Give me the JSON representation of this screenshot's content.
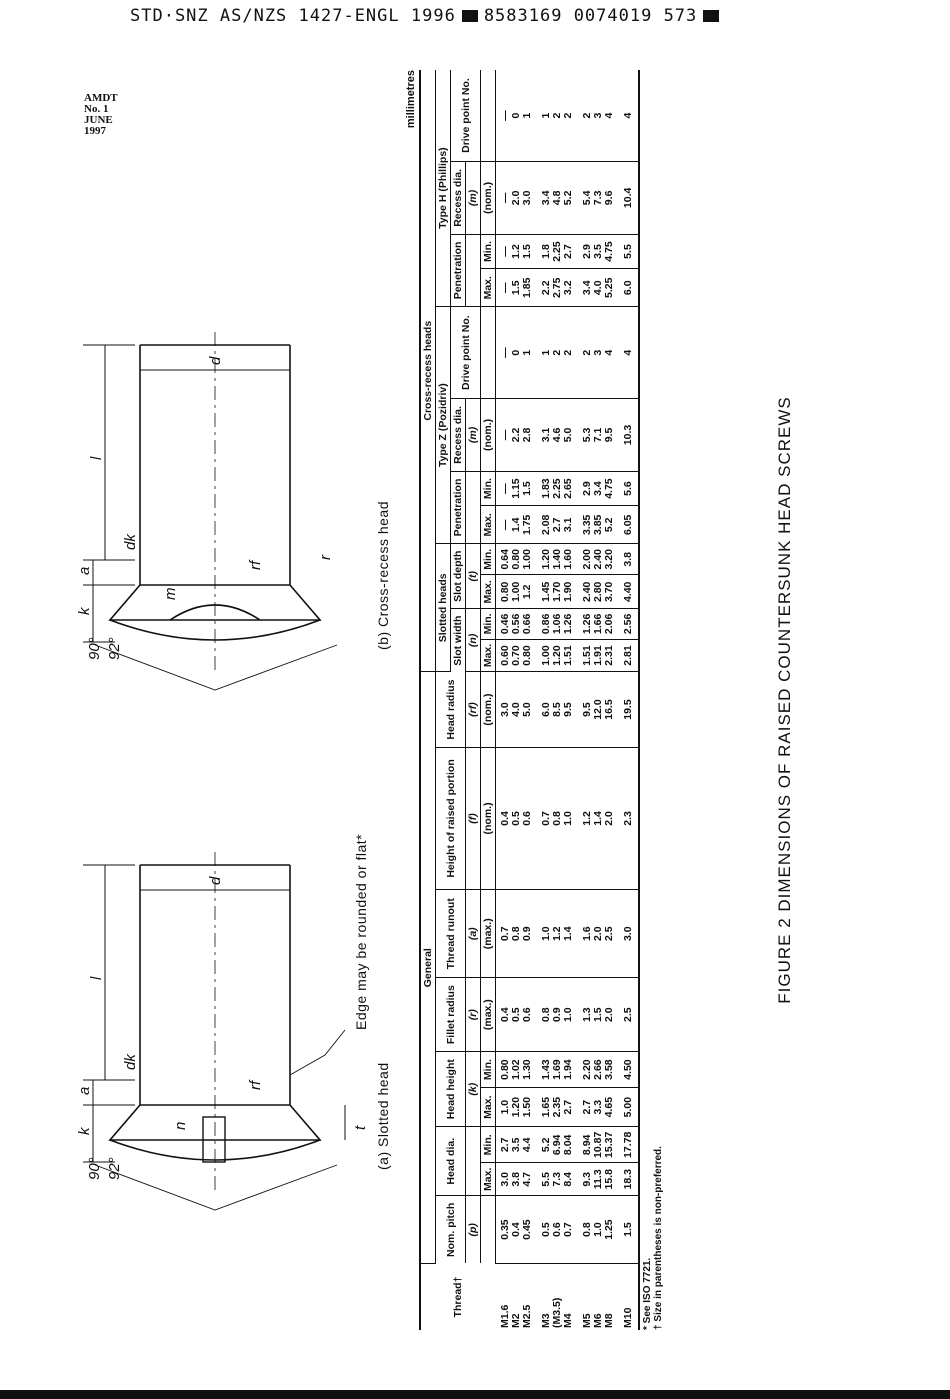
{
  "header_code": [
    "STD·SNZ AS/NZS 1427-ENGL 1996",
    "8583169 0074019 573"
  ],
  "amendment": [
    "AMDT",
    "No. 1",
    "JUNE",
    "1997"
  ],
  "figure": {
    "title": "FIGURE 2   DIMENSIONS OF RAISED COUNTERSUNK HEAD SCREWS",
    "caption_a": "(a) Slotted head",
    "caption_b": "(b) Cross-recess head",
    "edge_note": "Edge may be rounded or flat*",
    "angles": [
      "90°",
      "92°"
    ],
    "symbols": {
      "l": "l",
      "k": "k",
      "a": "a",
      "d": "d",
      "dk": "dk",
      "n": "n",
      "t": "t",
      "rf": "rf",
      "r": "r",
      "m": "m"
    }
  },
  "table": {
    "units": "millimetres",
    "groups": {
      "general": "General",
      "cross_recess": "Cross-recess heads",
      "slotted": "Slotted heads",
      "pozidriv": "Type Z (Pozidriv)",
      "phillips": "Type H (Phillips)"
    },
    "headers": {
      "thread": "Thread†",
      "pitch": "Nom. pitch",
      "head_dia": "Head dia.",
      "head_height": "Head height",
      "fillet": "Fillet radius",
      "runout": "Thread runout",
      "raised": "Height of raised portion",
      "head_radius": "Head radius",
      "slot_width": "Slot width",
      "slot_depth": "Slot depth",
      "penetration": "Penetration",
      "recess_dia": "Recess dia.",
      "drive_point": "Drive point No."
    },
    "symbols": [
      "(p)",
      "",
      "(k)",
      "(r)",
      "(a)",
      "(f)",
      "(rf)",
      "(n)",
      "(t)",
      "",
      "(m)",
      "",
      "(m)",
      ""
    ],
    "subheaders": [
      "Max.",
      "Min.",
      "Max.",
      "Min.",
      "(max.)",
      "(max.)",
      "(nom.)",
      "(nom.)",
      "Max.",
      "Min.",
      "Max.",
      "Min.",
      "Max.",
      "Min.",
      "(nom.)",
      "Max.",
      "Min.",
      "(nom.)"
    ],
    "groups_rows": [
      [
        [
          "M1.6",
          "0.35",
          "3.0",
          "2.7",
          "1.0",
          "0.80",
          "0.4",
          "0.7",
          "0.4",
          "3.0",
          "0.60",
          "0.46",
          "0.80",
          "0.64",
          "—",
          "—",
          "—",
          "—",
          "—",
          "—",
          "—",
          "—"
        ],
        [
          "M2",
          "0.4",
          "3.8",
          "3.5",
          "1.20",
          "1.02",
          "0.5",
          "0.8",
          "0.5",
          "4.0",
          "0.70",
          "0.56",
          "1.00",
          "0.80",
          "1.4",
          "1.15",
          "2.2",
          "0",
          "1.5",
          "1.2",
          "2.0",
          "0"
        ],
        [
          "M2.5",
          "0.45",
          "4.7",
          "4.4",
          "1.50",
          "1.30",
          "0.6",
          "0.9",
          "0.6",
          "5.0",
          "0.80",
          "0.66",
          "1.2",
          "1.00",
          "1.75",
          "1.5",
          "2.8",
          "1",
          "1.85",
          "1.5",
          "3.0",
          "1"
        ]
      ],
      [
        [
          "M3",
          "0.5",
          "5.5",
          "5.2",
          "1.65",
          "1.43",
          "0.8",
          "1.0",
          "0.7",
          "6.0",
          "1.00",
          "0.86",
          "1.45",
          "1.20",
          "2.08",
          "1.83",
          "3.1",
          "1",
          "2.2",
          "1.8",
          "3.4",
          "1"
        ],
        [
          "(M3.5)",
          "0.6",
          "7.3",
          "6.94",
          "2.35",
          "1.69",
          "0.9",
          "1.2",
          "0.8",
          "8.5",
          "1.20",
          "1.06",
          "1.70",
          "1.40",
          "2.7",
          "2.25",
          "4.6",
          "2",
          "2.75",
          "2.25",
          "4.8",
          "2"
        ],
        [
          "M4",
          "0.7",
          "8.4",
          "8.04",
          "2.7",
          "1.94",
          "1.0",
          "1.4",
          "1.0",
          "9.5",
          "1.51",
          "1.26",
          "1.90",
          "1.60",
          "3.1",
          "2.65",
          "5.0",
          "2",
          "3.2",
          "2.7",
          "5.2",
          "2"
        ]
      ],
      [
        [
          "M5",
          "0.8",
          "9.3",
          "8.94",
          "2.7",
          "2.20",
          "1.3",
          "1.6",
          "1.2",
          "9.5",
          "1.51",
          "1.26",
          "2.40",
          "2.00",
          "3.35",
          "2.9",
          "5.3",
          "2",
          "3.4",
          "2.9",
          "5.4",
          "2"
        ],
        [
          "M6",
          "1.0",
          "11.3",
          "10.87",
          "3.3",
          "2.66",
          "1.5",
          "2.0",
          "1.4",
          "12.0",
          "1.91",
          "1.66",
          "2.80",
          "2.40",
          "3.85",
          "3.4",
          "7.1",
          "3",
          "4.0",
          "3.5",
          "7.3",
          "3"
        ],
        [
          "M8",
          "1.25",
          "15.8",
          "15.37",
          "4.65",
          "3.58",
          "2.0",
          "2.5",
          "2.0",
          "16.5",
          "2.31",
          "2.06",
          "3.70",
          "3.20",
          "5.2",
          "4.75",
          "9.5",
          "4",
          "5.25",
          "4.75",
          "9.6",
          "4"
        ]
      ],
      [
        [
          "M10",
          "1.5",
          "18.3",
          "17.78",
          "5.00",
          "4.50",
          "2.5",
          "3.0",
          "2.3",
          "19.5",
          "2.81",
          "2.56",
          "4.40",
          "3.8",
          "6.05",
          "5.6",
          "10.3",
          "4",
          "6.0",
          "5.5",
          "10.4",
          "4"
        ]
      ]
    ],
    "notes": [
      "* See ISO 7721.",
      "† Size in parentheses is non-preferred."
    ]
  }
}
